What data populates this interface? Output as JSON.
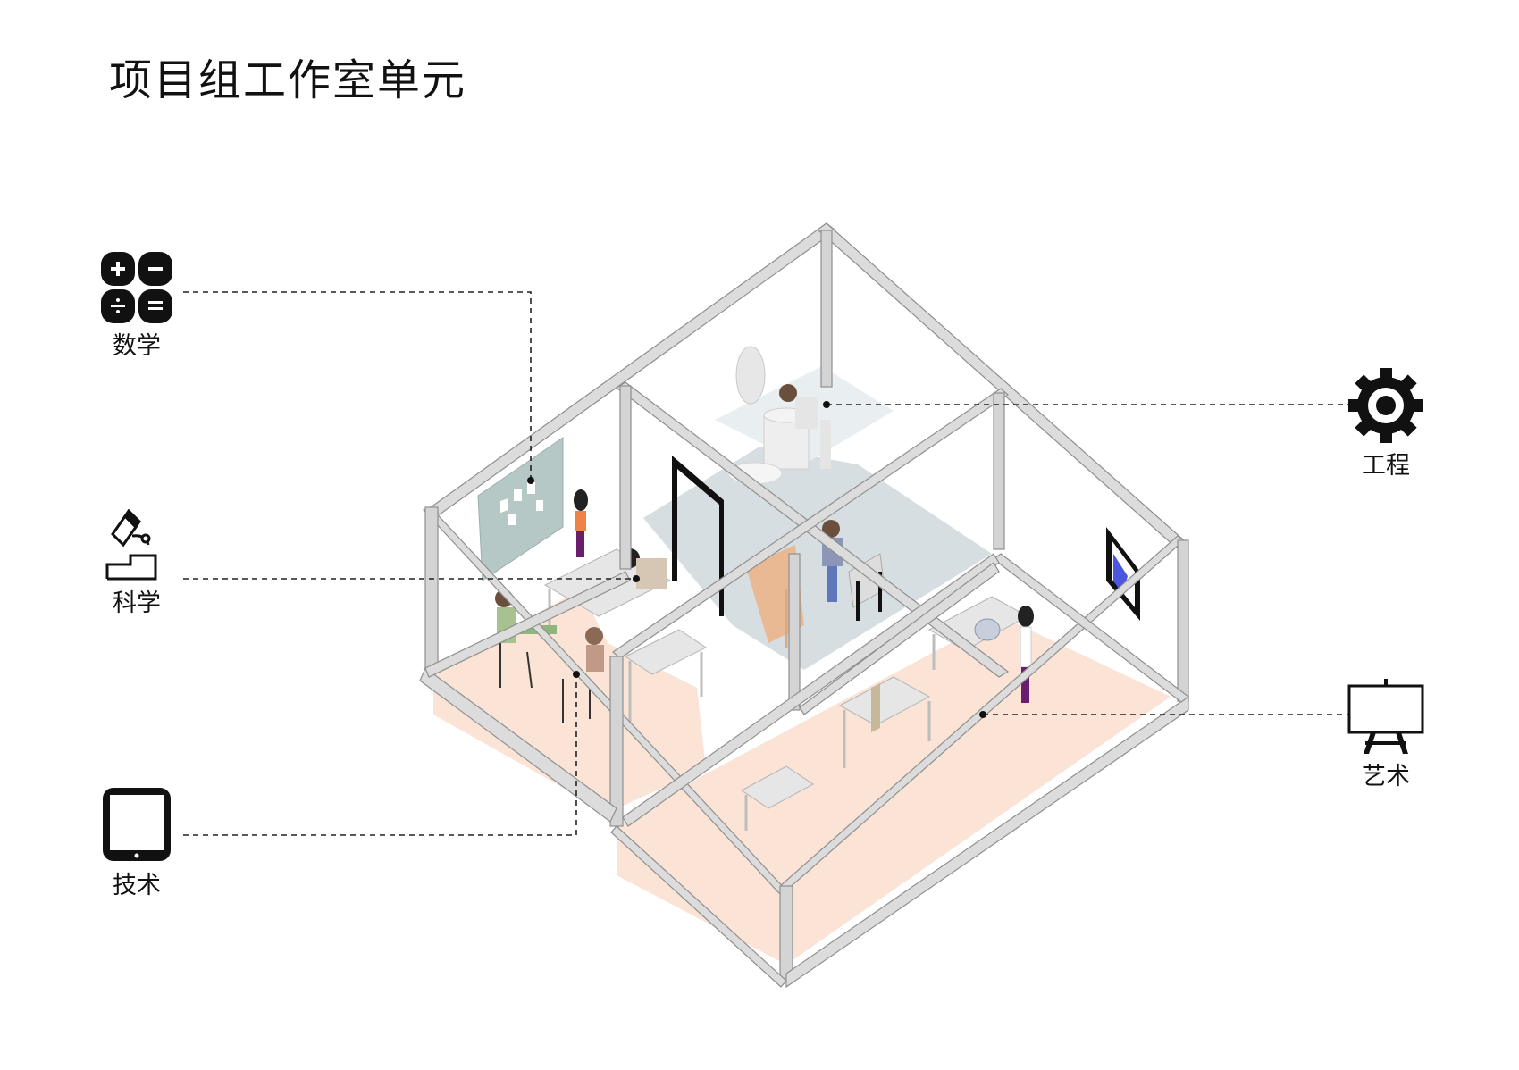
{
  "title": "项目组工作室单元",
  "legend": {
    "math": {
      "label": "数学",
      "icon": "calculator-operators-icon"
    },
    "science": {
      "label": "科学",
      "icon": "microscope-icon"
    },
    "technology": {
      "label": "技术",
      "icon": "tablet-icon"
    },
    "engineering": {
      "label": "工程",
      "icon": "gear-icon"
    },
    "art": {
      "label": "艺术",
      "icon": "easel-canvas-icon"
    }
  },
  "colors": {
    "frame": "#d9d9d9",
    "frame_edge": "#9a9a9a",
    "floor": "#fbe3d6",
    "floor_grey": "#d6dee2",
    "whiteboard": "#b5c8c6",
    "art_accent": "#4a55e0",
    "leader_line": "#222222"
  }
}
